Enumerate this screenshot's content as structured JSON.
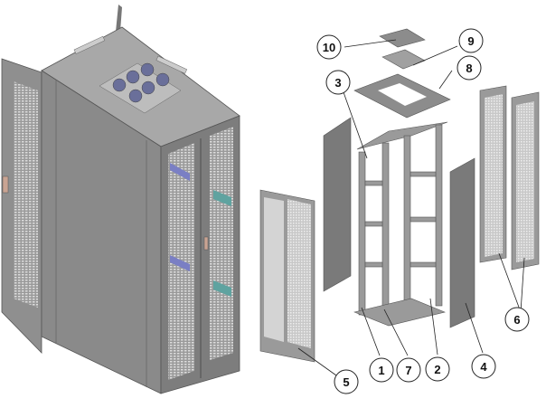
{
  "diagram": {
    "title": "Server rack cabinet assembled and exploded view",
    "assembled_view": {
      "name": "assembled-cabinet",
      "features": [
        "open-left-door",
        "top-fan-panel-6-fans",
        "split-front-perforated-doors",
        "door-handles"
      ]
    },
    "callouts": [
      {
        "id": "c1",
        "label": "1"
      },
      {
        "id": "c2",
        "label": "2"
      },
      {
        "id": "c3",
        "label": "3"
      },
      {
        "id": "c4",
        "label": "4"
      },
      {
        "id": "c5",
        "label": "5"
      },
      {
        "id": "c6",
        "label": "6"
      },
      {
        "id": "c7",
        "label": "7"
      },
      {
        "id": "c8",
        "label": "8"
      },
      {
        "id": "c9",
        "label": "9"
      },
      {
        "id": "c10",
        "label": "10"
      }
    ],
    "colors": {
      "panel": "#8c8c8c",
      "panel_dark": "#6e6e6e",
      "panel_light": "#a9a9a9",
      "mesh": "#b8b8b8",
      "accent_blue": "#7a7fc4",
      "accent_teal": "#5fa3a0",
      "handle": "#c9a493"
    }
  }
}
